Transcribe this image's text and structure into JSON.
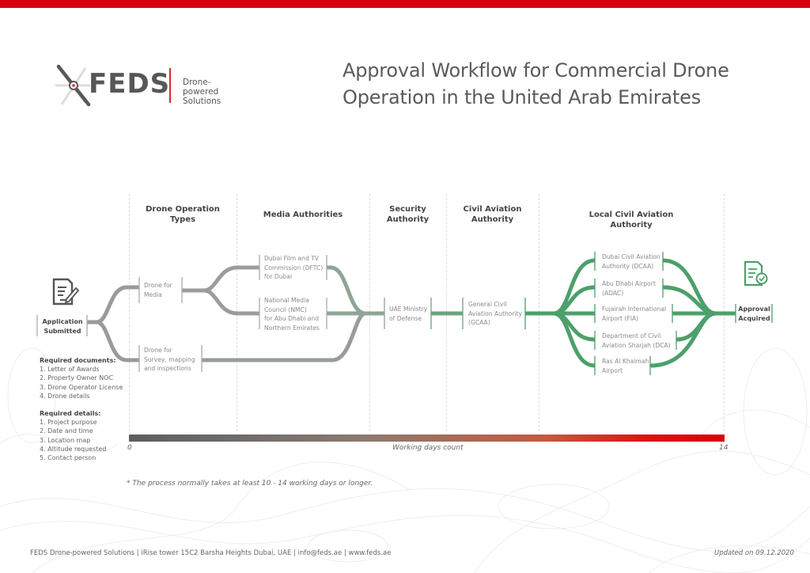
{
  "colors": {
    "brand_red": "#d9000d",
    "flow_gray": "#9a9a9a",
    "flow_sage": "#8fa596",
    "flow_green": "#4ca06a",
    "text_dark": "#444444",
    "text_light": "#8a8a8a"
  },
  "header": {
    "logo": {
      "brand": "FEDS",
      "tagline_line1": "Drone-powered",
      "tagline_line2": "Solutions",
      "icon": "drone-propeller-icon"
    },
    "title_line1": "Approval Workflow for Commercial Drone",
    "title_line2": "Operation in the United Arab Emirates"
  },
  "columns": [
    {
      "line1": "Drone Operation",
      "line2": "Types"
    },
    {
      "line1": "Media Authorities",
      "line2": ""
    },
    {
      "line1": "Security",
      "line2": "Authority"
    },
    {
      "line1": "Civil Aviation",
      "line2": "Authority"
    },
    {
      "line1": "Local Civil Aviation",
      "line2": "Authority"
    }
  ],
  "start": {
    "icon": "document-edit-icon",
    "line1": "Application",
    "line2": "Submitted"
  },
  "end": {
    "icon": "document-check-icon",
    "line1": "Approval",
    "line2": "Acquired"
  },
  "operation_types": [
    {
      "lines": [
        "Drone for",
        "Media"
      ]
    },
    {
      "lines": [
        "Drone for",
        "Survey, mapping",
        "and inspections"
      ]
    }
  ],
  "media_authorities": [
    {
      "lines": [
        "Dubai Film and TV",
        "Commission (DFTC)",
        "for Dubai"
      ]
    },
    {
      "lines": [
        "National Media",
        "Council  (NMC)",
        "for Abu Dhabi and",
        "Northern Emirates"
      ]
    }
  ],
  "security_authority": {
    "lines": [
      "UAE Ministry",
      "of Defense"
    ]
  },
  "civil_aviation": {
    "lines": [
      "General Civil",
      "Aviation Authority",
      "(GCAA)"
    ]
  },
  "local_authorities": [
    {
      "lines": [
        "Dubai Civil Aviation",
        "Authority (DCAA)"
      ]
    },
    {
      "lines": [
        "Abu Dhabi Airport",
        "(ADAC)"
      ]
    },
    {
      "lines": [
        "Fujairah International",
        "Airport (FIA)"
      ]
    },
    {
      "lines": [
        "Department of Civil",
        "Aviation Sharjah (DCA)"
      ]
    },
    {
      "lines": [
        "Ras Al Khaimah",
        "Airport"
      ]
    }
  ],
  "required_documents": {
    "heading": "Required documents:",
    "items": [
      "1. Letter of Awards",
      "2. Property Owner NOC",
      "3. Drone Operator License",
      "4. Drone details"
    ]
  },
  "required_details": {
    "heading": "Required details:",
    "items": [
      "1. Project purpose",
      "2. Date and time",
      "3. Location map",
      "4. Altitude requested",
      "5. Contact person"
    ]
  },
  "timeline": {
    "min_label": "0",
    "max_label": "14",
    "axis_label": "Working days count",
    "min": 0,
    "max": 14
  },
  "note": "* The process normally takes at least 10 - 14 working days or longer.",
  "footer": {
    "contact": "FEDS Drone-powered Solutions | iRise tower 15C2 Barsha Heights Dubai, UAE | info@feds.ae | www.feds.ae",
    "updated": "Updated on 09.12.2020"
  }
}
